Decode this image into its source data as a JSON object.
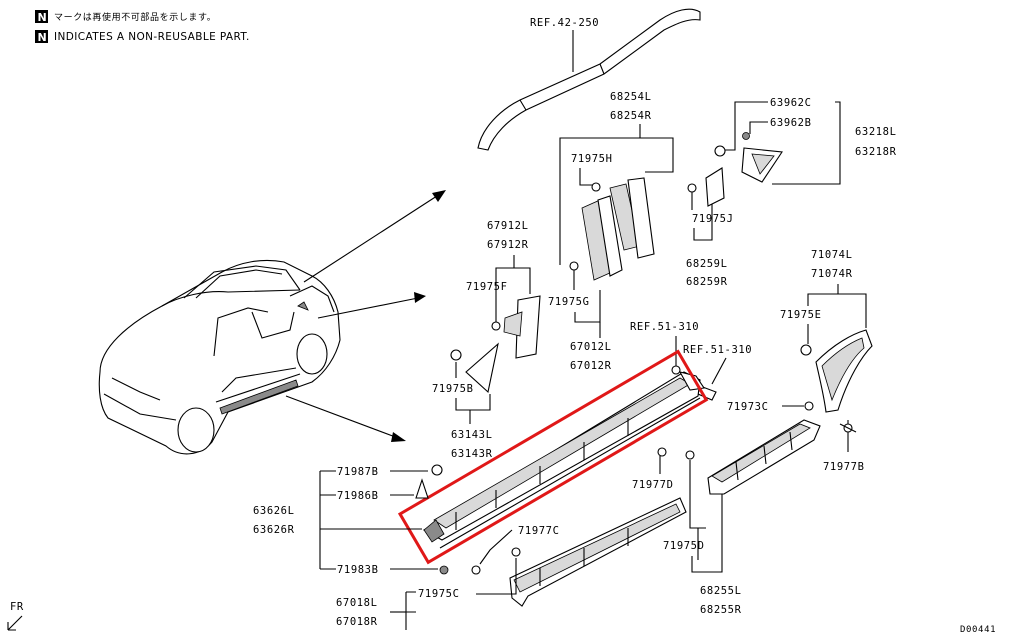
{
  "legend": {
    "badge_letter": "N",
    "jp_text": "マークは再使用不可部品を示します。",
    "en_text": "INDICATES A NON-REUSABLE PART."
  },
  "labels": {
    "ref_42_250": "REF.42-250",
    "p68254L": "68254L",
    "p68254R": "68254R",
    "p63962C": "63962C",
    "p63962B": "63962B",
    "p63218L": "63218L",
    "p63218R": "63218R",
    "p71975H": "71975H",
    "p71975J": "71975J",
    "p68259L": "68259L",
    "p68259R": "68259R",
    "p67912L": "67912L",
    "p67912R": "67912R",
    "p71975F": "71975F",
    "p71975G": "71975G",
    "p67012L": "67012L",
    "p67012R": "67012R",
    "ref_51_310_a": "REF.51-310",
    "ref_51_310_b": "REF.51-310",
    "p71074L": "71074L",
    "p71074R": "71074R",
    "p71975E": "71975E",
    "p71973C": "71973C",
    "p71977B": "71977B",
    "p71975B": "71975B",
    "p63143L": "63143L",
    "p63143R": "63143R",
    "p71987B": "71987B",
    "p71986B": "71986B",
    "p63626L": "63626L",
    "p63626R": "63626R",
    "p71983B": "71983B",
    "p71977C": "71977C",
    "p71977D": "71977D",
    "p71975D": "71975D",
    "p71975C": "71975C",
    "p68255L": "68255L",
    "p68255R": "68255R",
    "p67018L": "67018L",
    "p67018R": "67018R",
    "fr": "FR",
    "drawing_no": "D00441"
  },
  "colors": {
    "highlight": "#e01818",
    "line": "#000000"
  }
}
